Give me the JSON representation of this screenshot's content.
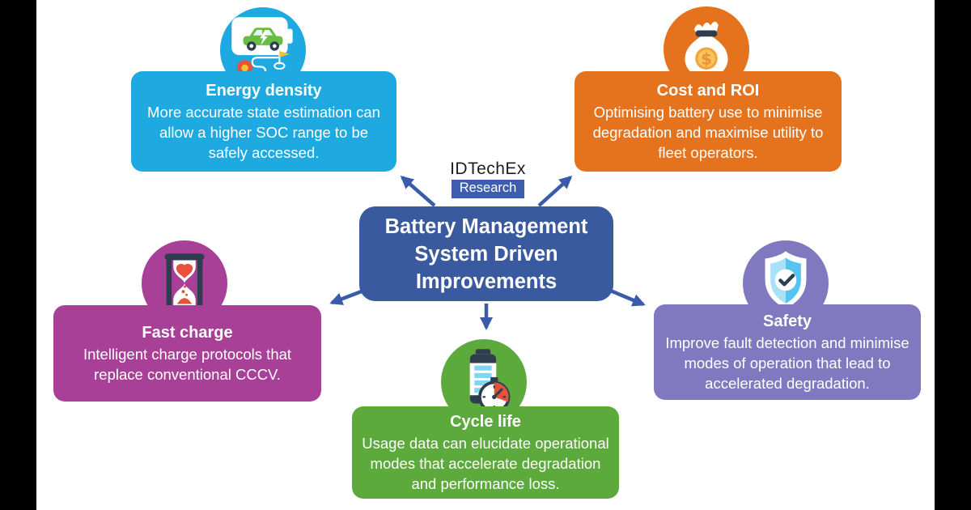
{
  "frame": {
    "bar_color": "#000000",
    "canvas_bg": "#ffffff"
  },
  "logo": {
    "brand": "IDTechEx",
    "sub_label": "Research",
    "sub_bg": "#3D5DAE"
  },
  "center": {
    "title": "Battery Management System Driven Improvements",
    "bg": "#3A5A9F"
  },
  "connector_color": "#3A5BAC",
  "nodes": [
    {
      "id": "energy-density",
      "title": "Energy density",
      "body": "More accurate state estimation can allow a higher SOC range to be safely accessed.",
      "color": "#1EA9E1",
      "icon": "ev-car-route-icon"
    },
    {
      "id": "cost-and-roi",
      "title": "Cost and ROI",
      "body": "Optimising battery use to minimise degradation and maximise utility to fleet operators.",
      "color": "#E5731E",
      "icon": "money-bag-icon"
    },
    {
      "id": "fast-charge",
      "title": "Fast charge",
      "body": "Intelligent charge protocols that replace conventional CCCV.",
      "color": "#A84097",
      "icon": "hourglass-icon"
    },
    {
      "id": "safety",
      "title": "Safety",
      "body": "Improve fault detection and minimise modes of operation that lead to accelerated degradation.",
      "color": "#8179BF",
      "icon": "shield-check-icon"
    },
    {
      "id": "cycle-life",
      "title": "Cycle life",
      "body": "Usage data can elucidate operational modes that accelerate degradation and performance loss.",
      "color": "#5CA93C",
      "icon": "battery-timer-icon"
    }
  ]
}
